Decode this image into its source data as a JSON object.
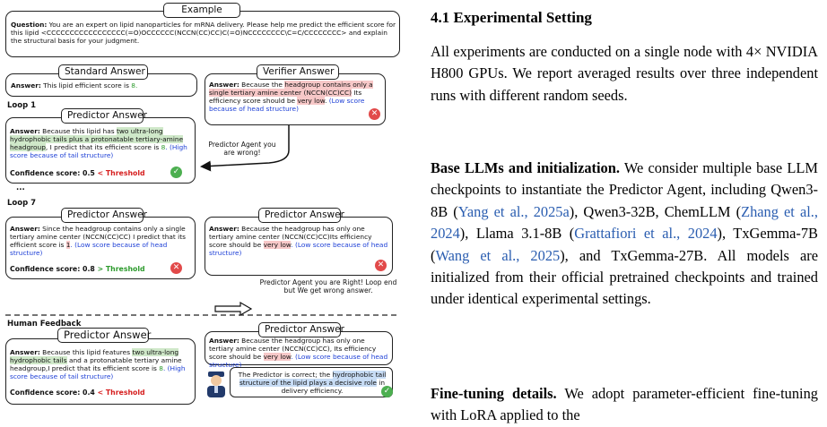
{
  "figure": {
    "example_tab": "Example",
    "question_label": "Question:",
    "question_text": " You are an expert on lipid nanoparticles for mRNA delivery. Please help me predict the efficient score for this lipid <CCCCCCCCCCCCCCCCC(=O)OCCCCCC(NCCN(CC)CC)C(=O)NCCCCCCCC\\C=C/CCCCCCCC> and explain the structural basis for your judgment.",
    "standard_tab": "Standard Answer",
    "answer_label": "Answer:",
    "standard_text": " This lipid efficient score is ",
    "standard_value": "8.",
    "verifier_tab": "Verifier Answer",
    "verifier_pre": " Because the ",
    "verifier_hl": "headgroup contains only a single tertiary amine center (NCCN(CC)CC)",
    "verifier_mid": " Its efficiency score should be ",
    "verifier_very_low": "very low",
    "verifier_period": ". ",
    "verifier_reason": "(Low score because of head structure)",
    "loop1_label": "Loop 1",
    "predictor_tab": "Predictor Answer",
    "loop1_pre": " Because this lipid has ",
    "loop1_hl": "two ultra-long hydrophobic tails plus a protonatable tertiary-amine headgroup",
    "loop1_mid": ", I predict that its efficient score is ",
    "loop1_value": "8",
    "loop1_reason": ". (High score because of tail structure)",
    "confidence_label": "Confidence score:",
    "loop1_conf": " 0.5 ",
    "threshold_lt": "< Threshold",
    "threshold_gt": "> Threshold",
    "arrow_note": "Predictor Agent you are wrong!",
    "dots": "...",
    "loop7_label": "Loop 7",
    "loop7_pre": " Since the headgroup contains only a single tertiary amine center (NCCN(CC)CC) I predict that its efficient score is ",
    "loop7_value": "1",
    "loop7_reason": ". (Low score because of head structure)",
    "loop7_conf": " 0.8 ",
    "loop7r_pre": " Because the headgroup has only one tertiary amine center (NCCN(CC)CC)Its efficiency score should be ",
    "loop7r_low": "very low",
    "loop7r_reason": ". (Low score because of head structure)",
    "loop7_note": "Predictor Agent you are Right! Loop end but We get wrong answer.",
    "human_label": "Human Feedback",
    "hf_pre": " Because this lipid features ",
    "hf_hl": "two ultra-long hydrophobic tails",
    "hf_mid": " and a protonatable tertiary amine headgroup,I predict that its efficient score is ",
    "hf_value": "8",
    "hf_reason": ". (High score because of tail structure)",
    "hf_conf": " 0.4 ",
    "hfr_pre": " Because the headgroup has only one tertiary amine center (NCCN(CC)CC), Its efficiency score should be ",
    "hfr_low": "very low",
    "hfr_reason": ". (Low score because of head structure)",
    "human_pre": "The Predictor is correct; the ",
    "human_hl": "hydrophobic tail structure of the lipid plays a decisive role",
    "human_post": " in delivery efficiency."
  },
  "text": {
    "section_title": "4.1   Experimental Setting",
    "p1": "All experiments are conducted on a single node with 4× NVIDIA H800 GPUs. We report averaged results over three independent runs with different random seeds.",
    "p2_head": "Base LLMs and initialization.",
    "p2_a": "  We consider multiple base LLM checkpoints to instantiate the Predictor Agent, including Qwen3-8B (",
    "c1": "Yang et al., 2025a",
    "p2_b": "), Qwen3-32B, ChemLLM (",
    "c2": "Zhang et al., 2024",
    "p2_c": "), Llama 3.1-8B (",
    "c3": "Grattafiori et al., 2024",
    "p2_d": "), TxGemma-7B (",
    "c4": "Wang et al., 2025",
    "p2_e": "), and TxGemma-27B. All models are initialized from their official pretrained checkpoints and trained under identical experimental settings.",
    "p3_head": "Fine-tuning details.",
    "p3_a": "  We adopt parameter-efficient fine-tuning with LoRA applied to the"
  }
}
